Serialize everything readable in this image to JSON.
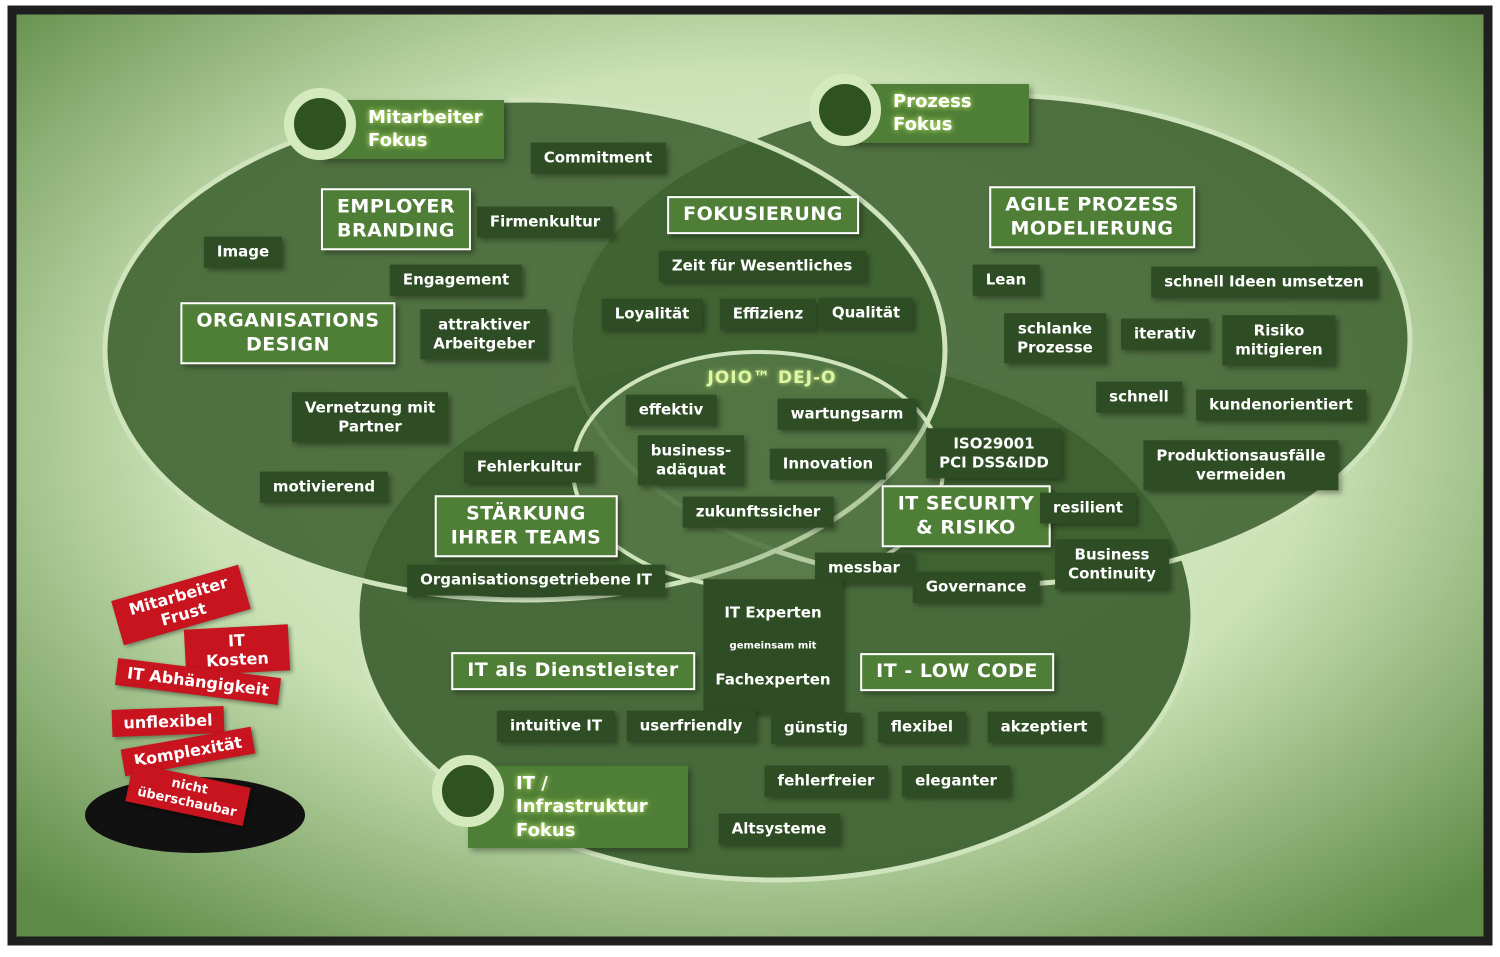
{
  "colors": {
    "background_outer": "#5d8a45",
    "background_inner": "#e8f5dc",
    "ellipse_fill": "#3d6130",
    "ellipse_stroke": "#cfe3bd",
    "tag_fill": "#2e4d24",
    "heading_fill": "#4f7f36",
    "problem_red": "#c8141e"
  },
  "foci": [
    {
      "name": "mitarbeiter",
      "label": "Mitarbeiter\nFokus"
    },
    {
      "name": "prozess",
      "label": "Prozess\nFokus"
    },
    {
      "name": "it",
      "label": "IT / Infrastruktur\nFokus"
    }
  ],
  "center_logo": "JOIO™ DEJ-O",
  "headings": {
    "employer_branding": "EMPLOYER\nBRANDING",
    "organisations_design": "ORGANISATIONS\nDESIGN",
    "fokusierung": "FOKUSIERUNG",
    "agile_prozess": "AGILE PROZESS\nMODELIERUNG",
    "staerkung": "STÄRKUNG\nIHRER TEAMS",
    "it_security": "IT SECURITY\n& RISIKO",
    "it_dienstleister": "IT als Dienstleister",
    "it_low_code": "IT - LOW CODE"
  },
  "tags": {
    "commitment": "Commitment",
    "firmenkultur": "Firmenkultur",
    "image": "Image",
    "engagement": "Engagement",
    "attraktiver": "attraktiver\nArbeitgeber",
    "vernetzung": "Vernetzung mit\nPartner",
    "motivierend": "motivierend",
    "zeit": "Zeit für Wesentliches",
    "loyalitaet": "Loyalität",
    "effizienz": "Effizienz",
    "qualitaet": "Qualität",
    "lean": "Lean",
    "schnell_ideen": "schnell Ideen umsetzen",
    "schlanke": "schlanke\nProzesse",
    "iterativ": "iterativ",
    "risiko": "Risiko\nmitigieren",
    "schnell": "schnell",
    "kundenorientiert": "kundenorientiert",
    "produktion": "Produktionsausfälle\nvermeiden",
    "effektiv": "effektiv",
    "wartungsarm": "wartungsarm",
    "business_adaequat": "business-\nadäquat",
    "innovation": "Innovation",
    "zukunftssicher": "zukunftssicher",
    "fehlerkultur": "Fehlerkultur",
    "orga_it": "Organisationsgetriebene IT",
    "iso": "ISO29001\nPCI DSS&IDD",
    "resilient": "resilient",
    "business_continuity": "Business\nContinuity",
    "messbar": "messbar",
    "governance": "Governance",
    "it_experten_top": "IT Experten",
    "it_experten_mid": "gemeinsam mit",
    "it_experten_bottom": "Fachexperten",
    "intuitive": "intuitive IT",
    "userfriendly": "userfriendly",
    "guenstig": "günstig",
    "flexibel": "flexibel",
    "akzeptiert": "akzeptiert",
    "fehlerfreier": "fehlerfreier",
    "eleganter": "eleganter",
    "altsysteme": "Altsysteme"
  },
  "problems": [
    "Mitarbeiter\nFrust",
    "IT Kosten",
    "IT Abhängigkeit",
    "unflexibel",
    "Komplexität",
    "nicht\nüberschaubar"
  ]
}
